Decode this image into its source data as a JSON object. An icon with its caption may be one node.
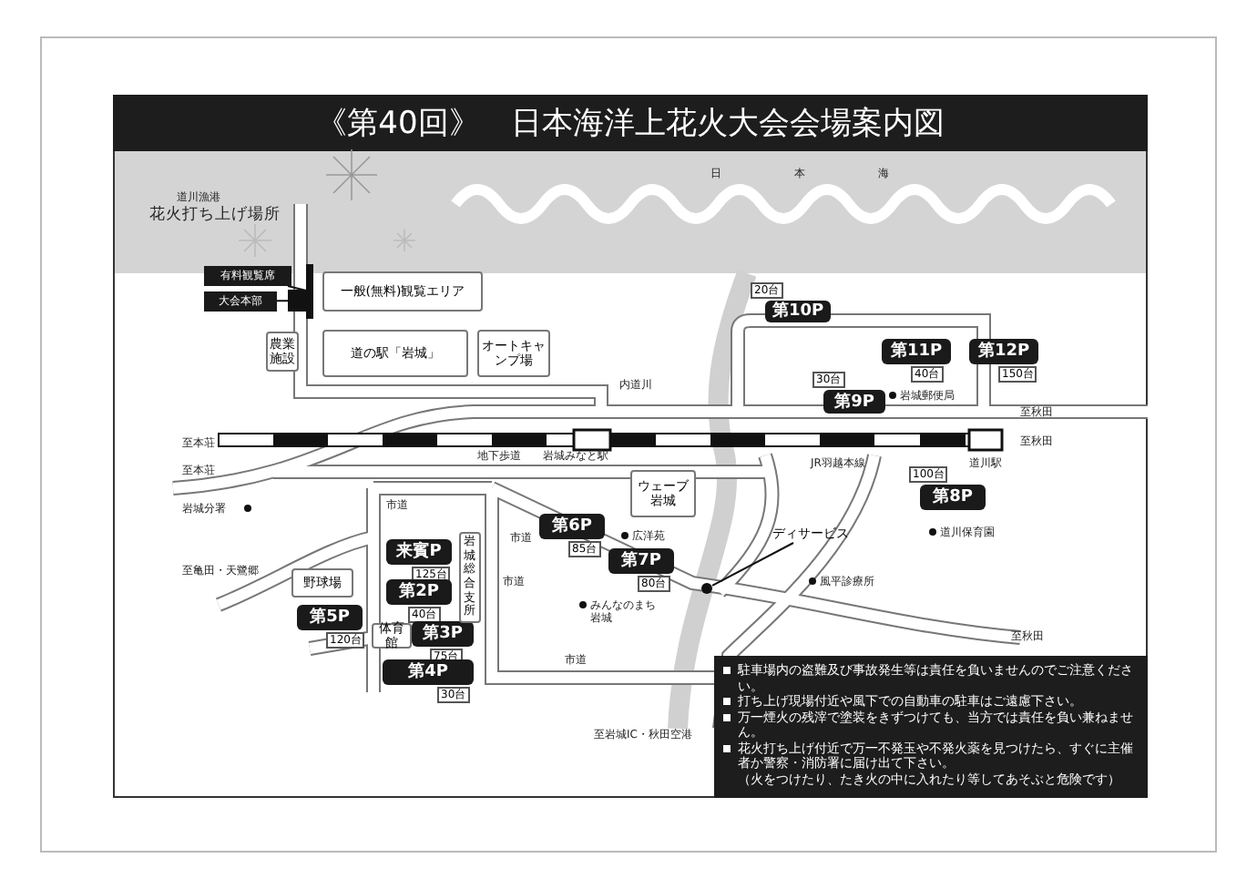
{
  "diagram": {
    "title": "《第40回》　日本海洋上花火大会会場案内図",
    "nodes": [
      {
        "text": [
          "有料観覧席"
        ]
      },
      {
        "text": [],
        "shape": "bar"
      },
      {
        "text": [
          "大会本部"
        ]
      },
      {
        "text": [],
        "shape": "box"
      },
      {
        "text": [
          "一般(無料)観覧エリア"
        ]
      },
      {
        "text": [
          "道の駅「岩城」"
        ]
      },
      {
        "text": [
          "オートキャンプ場"
        ]
      },
      {
        "text": [
          "農業施設"
        ]
      },
      {
        "text": [
          "野球場"
        ]
      },
      {
        "text": [
          "第5P"
        ],
        "beside": [
          "120台"
        ]
      },
      {
        "text": [
          "来賓P"
        ],
        "beside": [
          "125台"
        ]
      },
      {
        "text": [
          "第2P"
        ],
        "beside": [
          "40台"
        ]
      },
      {
        "text": [
          "体育館"
        ]
      },
      {
        "text": [
          "第3P"
        ],
        "beside": [
          "75台"
        ]
      },
      {
        "text": [
          "第4P"
        ],
        "beside": [
          "30台"
        ]
      },
      {
        "text": [
          "岩城総合支所"
        ]
      },
      {
        "text": [
          "第6P"
        ],
        "beside": [
          "85台"
        ]
      },
      {
        "text": [
          "ウェーブ岩城"
        ]
      },
      {
        "text": [
          "第7P"
        ],
        "beside": [
          "80台"
        ]
      },
      {
        "text": [
          "第10P"
        ],
        "beside": [
          "20台"
        ]
      },
      {
        "text": [
          "第11P"
        ],
        "beside": [
          "40台"
        ]
      },
      {
        "text": [
          "第12P"
        ],
        "beside": [
          "150台"
        ]
      },
      {
        "text": [
          "第9P"
        ],
        "beside": [
          "30台"
        ]
      },
      {
        "text": [
          "第8P"
        ],
        "beside": [
          "100台"
        ]
      },
      {
        "text": [
          "ディサービス"
        ]
      },
      {
        "text": [],
        "shape": "circle"
      }
    ],
    "edges": [
      {
        "from": 0,
        "to": 1,
        "arrow": "none"
      },
      {
        "from": 2,
        "to": 3,
        "arrow": "none"
      },
      {
        "from": 24,
        "to": 25,
        "arrow": "none"
      }
    ],
    "labels": [
      "道川漁港",
      "花火打ち上げ場所",
      "日本海",
      "内道川",
      "至本荘",
      "至本荘",
      "岩城分署",
      "至亀田・天鷺郷",
      "市道",
      "市道",
      "市道",
      "市道",
      "地下歩道",
      "岩城みなと駅",
      "広洋苑",
      "みんなのまち岩城",
      "至岩城IC・秋田空港",
      "風平診療所",
      "岩城郵便局",
      "至秋田",
      "至秋田",
      "JR羽越本線",
      "道川駅",
      "道川保育園",
      "至秋田",
      "駐車場内の盗難及び事故発生等は責任を負いませんのでご注意ください。",
      "打ち上げ現場付近や風下での自動車の駐車はご遠慮下さい。",
      "万一煙火の残滓で塗装をきずつけても、当方では責任を負い兼ねません。",
      "花火打ち上げ付近で万一不発玉や不発火薬を見つけたら、すぐに主催者か警察・消防署に届け出て下さい。",
      "（火をつけたり、たき火の中に入れたり等してあそぶと危険です）"
    ]
  }
}
